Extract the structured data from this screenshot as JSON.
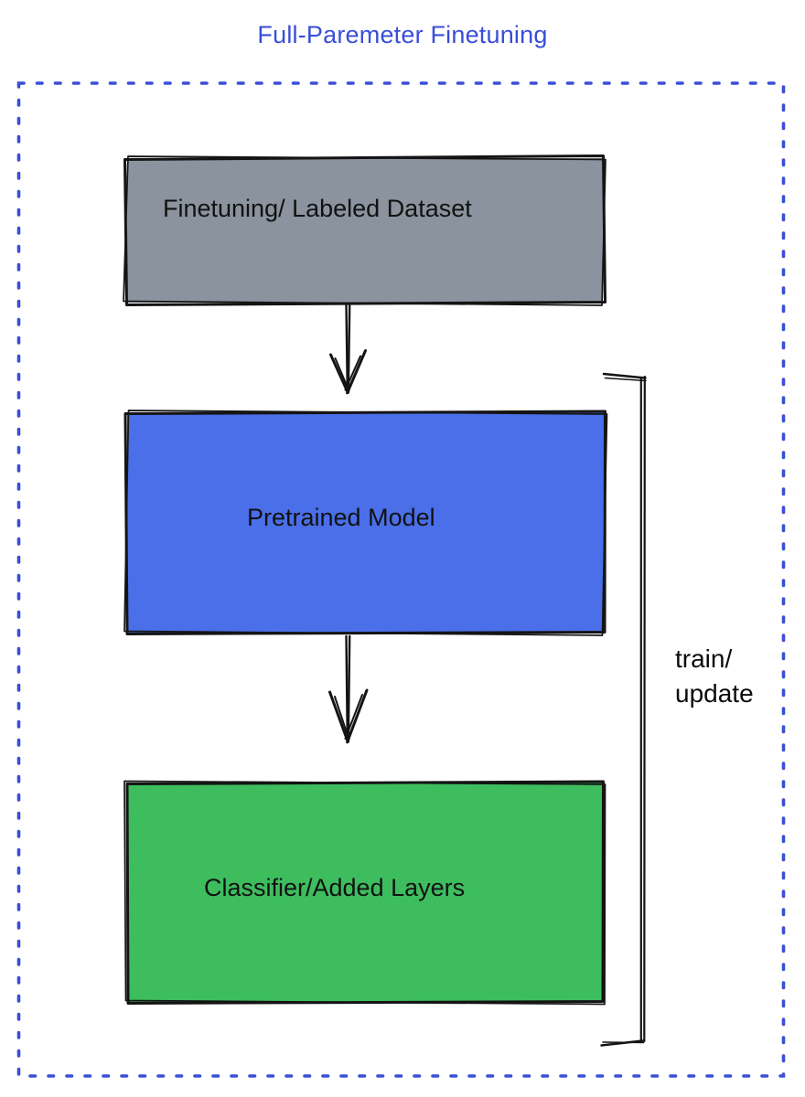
{
  "title": "Full-Paremeter Finetuning",
  "diagram": {
    "boxes": [
      {
        "id": "finetuning-dataset",
        "label": "Finetuning/ Labeled Dataset",
        "fill": "#8a939e"
      },
      {
        "id": "pretrained-model",
        "label": "Pretrained Model",
        "fill": "#4a6fe8"
      },
      {
        "id": "classifier-layers",
        "label": "Classifier/Added Layers",
        "fill": "#3ebd5f"
      }
    ],
    "annotation": {
      "text": "train/\nupdate"
    }
  },
  "colors": {
    "title": "#3a4ed8",
    "dashed_border": "#3a4ed8",
    "ink": "#141414"
  }
}
